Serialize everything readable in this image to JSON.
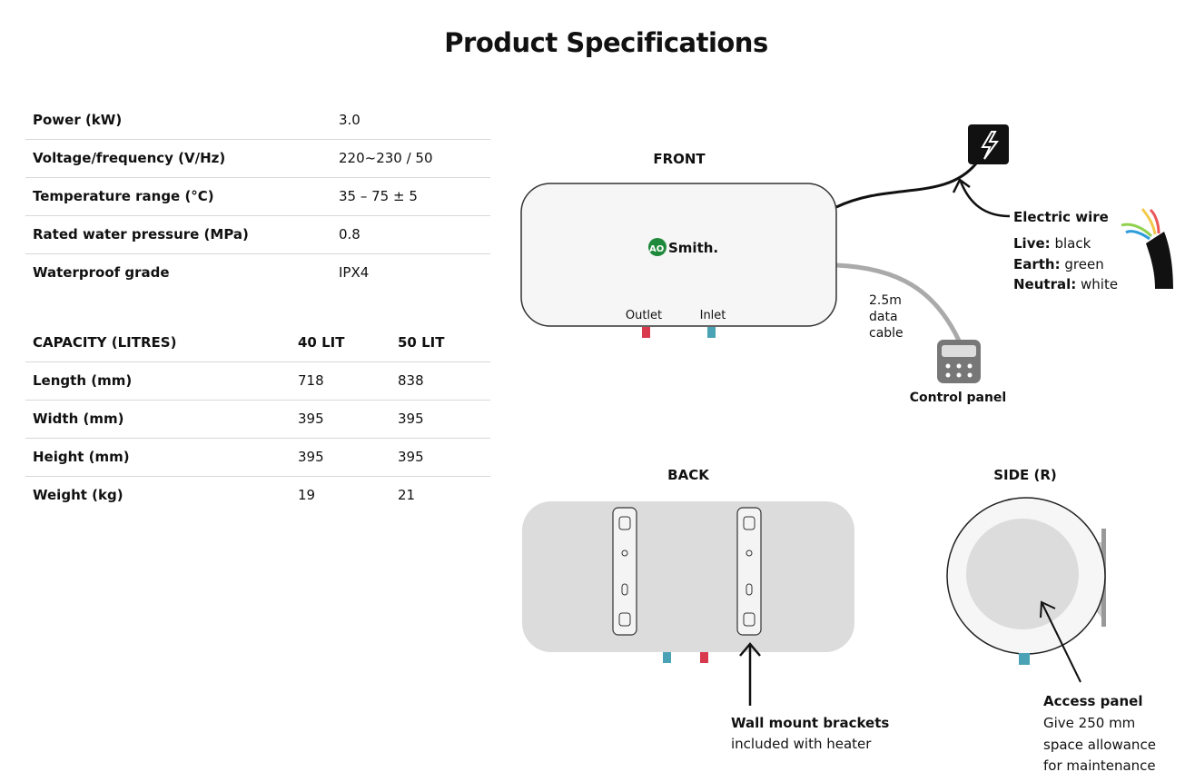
{
  "title": "Product Specifications",
  "specs": [
    {
      "label": "Power (kW)",
      "value": "3.0"
    },
    {
      "label": "Voltage/frequency (V/Hz)",
      "value": "220~230 / 50"
    },
    {
      "label": "Temperature range (°C)",
      "value": "35 – 75 ± 5"
    },
    {
      "label": "Rated water pressure (MPa)",
      "value": "0.8"
    },
    {
      "label": "Waterproof grade",
      "value": "IPX4"
    }
  ],
  "capacity": {
    "headers": [
      "CAPACITY (LITRES)",
      "40 LIT",
      "50 LIT"
    ],
    "rows": [
      {
        "label": "Length (mm)",
        "v40": "718",
        "v50": "838"
      },
      {
        "label": "Width (mm)",
        "v40": "395",
        "v50": "395"
      },
      {
        "label": "Height (mm)",
        "v40": "395",
        "v50": "395"
      },
      {
        "label": "Weight (kg)",
        "v40": "19",
        "v50": "21"
      }
    ]
  },
  "diagram": {
    "front_label": "FRONT",
    "back_label": "BACK",
    "side_label": "SIDE (R)",
    "brand_logo": "AO Smith.",
    "outlet": "Outlet",
    "inlet": "Inlet",
    "cable": [
      "2.5m",
      "data",
      "cable"
    ],
    "control_panel": "Control panel",
    "electric_wire": "Electric wire",
    "wires": [
      {
        "name": "Live:",
        "color": "black"
      },
      {
        "name": "Earth:",
        "color": "green"
      },
      {
        "name": "Neutral:",
        "color": "white"
      }
    ],
    "brackets_title": "Wall mount brackets",
    "brackets_sub": "included with heater",
    "access_title": "Access panel",
    "access_sub": [
      "Give 250 mm",
      "space allowance",
      "for maintenance"
    ],
    "colors": {
      "hot": "#d9394d",
      "cold": "#4aa3b5",
      "logo_green": "#1f8a3b"
    }
  }
}
